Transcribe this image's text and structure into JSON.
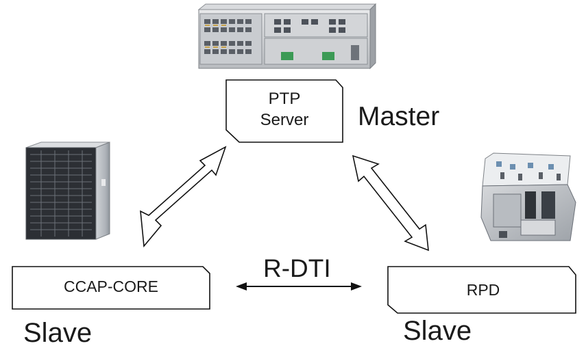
{
  "nodes": {
    "ptp_server": {
      "line1": "PTP",
      "line2": "Server",
      "role": "Master"
    },
    "ccap_core": {
      "label": "CCAP-CORE",
      "role": "Slave"
    },
    "rpd": {
      "label": "RPD",
      "role": "Slave"
    }
  },
  "links": {
    "rdti": {
      "label": "R-DTI"
    }
  },
  "icons": {
    "ptp_server_device": "rack-router-icon",
    "ccap_core_device": "chassis-server-icon",
    "rpd_device": "remote-phy-node-icon"
  },
  "colors": {
    "stroke": "#111111",
    "text": "#1a1a1a"
  }
}
